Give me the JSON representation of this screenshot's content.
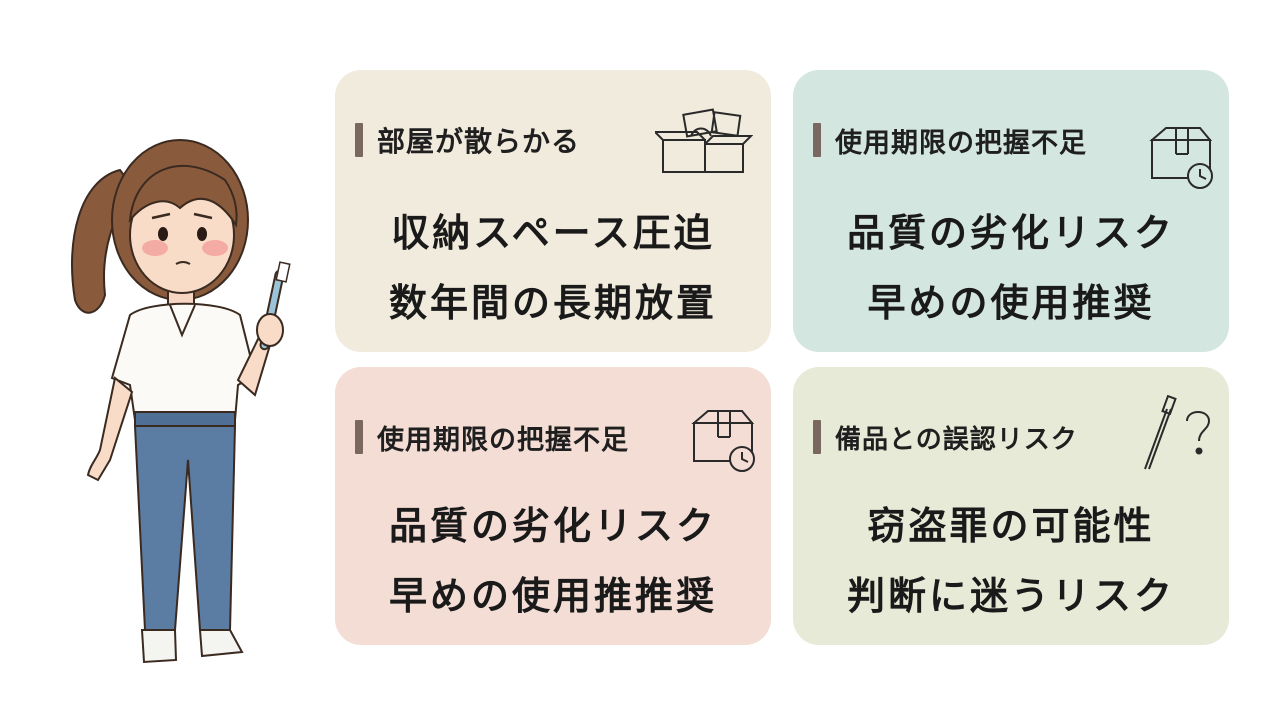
{
  "cards": [
    {
      "heading": "部屋が散らかる",
      "line1": "収納スペース圧迫",
      "line2": "数年間の長期放置",
      "background": "#f1ebdd",
      "icon": "boxes-icon"
    },
    {
      "heading": "使用期限の把握不足",
      "line1": "品質の劣化リスク",
      "line2": "早めの使用推奨",
      "background": "#d4e6e0",
      "icon": "box-clock-icon"
    },
    {
      "heading": "使用期限の把握不足",
      "line1": "品質の劣化リスク",
      "line2": "早めの使用推推奨",
      "background": "#f3ddd5",
      "icon": "box-clock-icon"
    },
    {
      "heading": "備品との誤認リスク",
      "line1": "窃盗罪の可能性",
      "line2": "判断に迷うリスク",
      "background": "#e7ead7",
      "icon": "toothbrush-question-icon"
    }
  ],
  "accent_bar_color": "#7a6860",
  "illustration": "woman-holding-toothbrush-illustration"
}
